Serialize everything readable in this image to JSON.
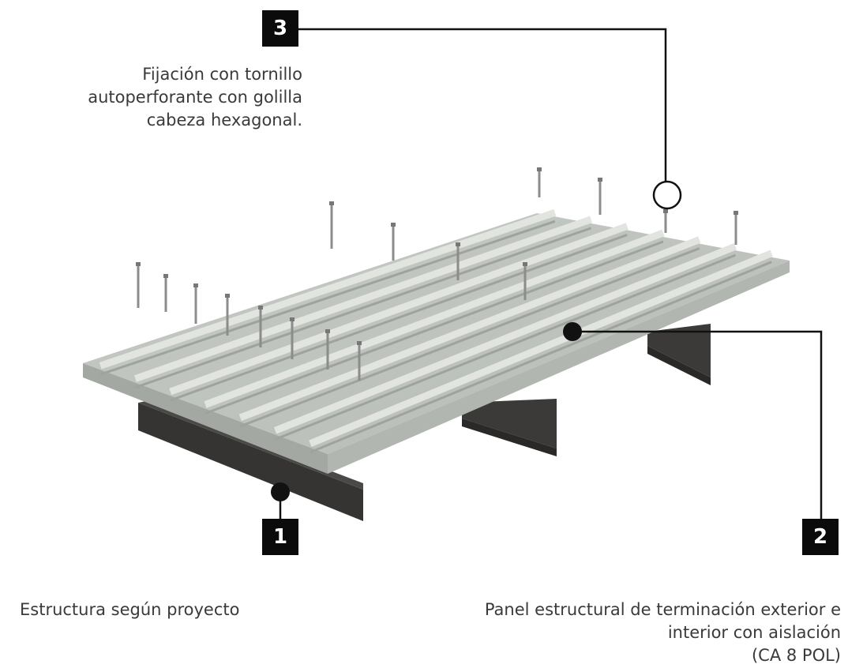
{
  "callouts": [
    {
      "number": "3",
      "lines": [
        "Fijación con tornillo",
        "autoperforante con golilla",
        "cabeza hexagonal."
      ]
    },
    {
      "number": "2",
      "lines": [
        "Panel estructural de terminación exterior e",
        "interior con aislación",
        "(CA 8 POL)"
      ]
    },
    {
      "number": "1",
      "lines": [
        "Estructura según proyecto"
      ]
    }
  ],
  "colors": {
    "badge": "#0b0b0b",
    "text": "#3a3a3a",
    "panel_light": "#c9cdc8",
    "panel_dark": "#a6aaa5",
    "beam": "#3a3838",
    "leader": "#111111"
  }
}
